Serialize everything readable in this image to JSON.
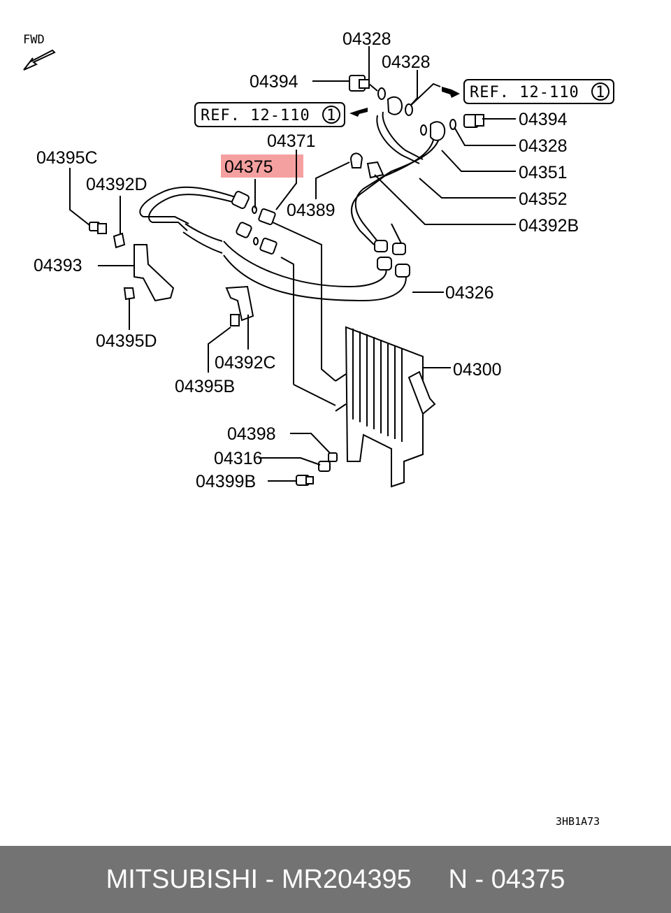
{
  "diagram": {
    "fwd": "FWD",
    "ref_left": "REF. 12-110",
    "ref_right": "REF. 12-110",
    "ref_circle": "1",
    "highlight_color": "#f5a0a0",
    "labels": {
      "p04328a": "04328",
      "p04328b": "04328",
      "p04394a": "04394",
      "p04394b": "04394",
      "p04328c": "04328",
      "p04371": "04371",
      "p04375": "04375",
      "p04351": "04351",
      "p04395c": "04395C",
      "p04392d": "04392D",
      "p04389": "04389",
      "p04352": "04352",
      "p04392b": "04392B",
      "p04393": "04393",
      "p04326": "04326",
      "p04395d": "04395D",
      "p04392c": "04392C",
      "p04300": "04300",
      "p04395b": "04395B",
      "p04398": "04398",
      "p04316": "04316",
      "p04399b": "04399B"
    },
    "image_code": "3HB1A73"
  },
  "footer": {
    "text": "MITSUBISHI - MR204395     N - 04375",
    "background": "#737373"
  }
}
